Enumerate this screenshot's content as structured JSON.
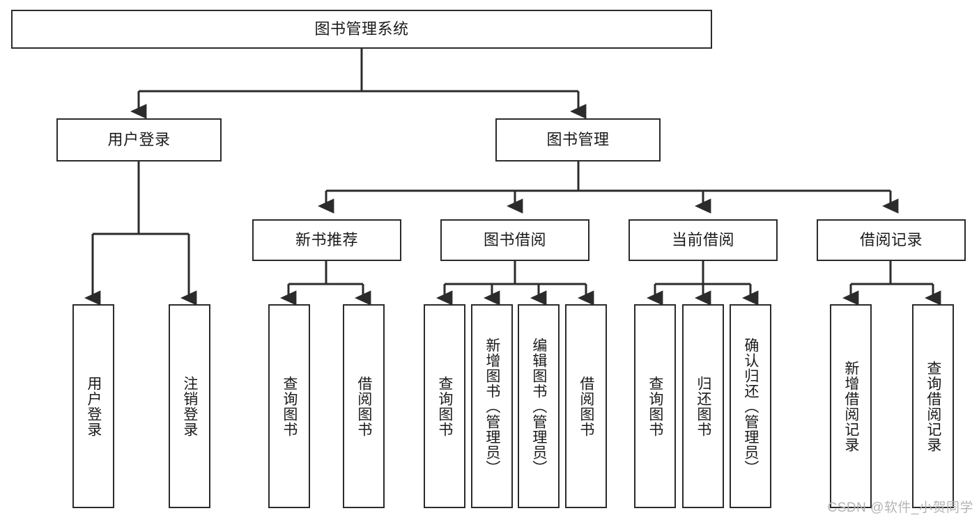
{
  "diagram": {
    "type": "tree-hierarchy",
    "title": "图书管理系统",
    "root": {
      "id": "root",
      "label": "图书管理系统"
    },
    "level2": [
      {
        "id": "user-login",
        "label": "用户登录"
      },
      {
        "id": "book-manage",
        "label": "图书管理"
      }
    ],
    "level3": [
      {
        "id": "new-book-recommend",
        "label": "新书推荐",
        "parent": "book-manage"
      },
      {
        "id": "book-borrow",
        "label": "图书借阅",
        "parent": "book-manage"
      },
      {
        "id": "current-borrow",
        "label": "当前借阅",
        "parent": "book-manage"
      },
      {
        "id": "borrow-record",
        "label": "借阅记录",
        "parent": "book-manage"
      }
    ],
    "leaves": [
      {
        "id": "leaf-user-login",
        "label": "用户登录",
        "parent": "user-login"
      },
      {
        "id": "leaf-logout",
        "label": "注销登录",
        "parent": "user-login"
      },
      {
        "id": "leaf-query-book-1",
        "label": "查询图书",
        "parent": "new-book-recommend"
      },
      {
        "id": "leaf-borrow-book-1",
        "label": "借阅图书",
        "parent": "new-book-recommend"
      },
      {
        "id": "leaf-query-book-2",
        "label": "查询图书",
        "parent": "book-borrow"
      },
      {
        "id": "leaf-add-book",
        "label": "新增图书（管理员）",
        "parent": "book-borrow"
      },
      {
        "id": "leaf-edit-book",
        "label": "编辑图书（管理员）",
        "parent": "book-borrow"
      },
      {
        "id": "leaf-borrow-book-2",
        "label": "借阅图书",
        "parent": "book-borrow"
      },
      {
        "id": "leaf-query-book-3",
        "label": "查询图书",
        "parent": "current-borrow"
      },
      {
        "id": "leaf-return-book",
        "label": "归还图书",
        "parent": "current-borrow"
      },
      {
        "id": "leaf-confirm-return",
        "label": "确认归还（管理员）",
        "parent": "current-borrow"
      },
      {
        "id": "leaf-add-record",
        "label": "新增借阅记录",
        "parent": "borrow-record"
      },
      {
        "id": "leaf-query-record",
        "label": "查询借阅记录",
        "parent": "borrow-record"
      }
    ],
    "colors": {
      "stroke": "#2b2b2b",
      "fill": "#ffffff",
      "text": "#1a1a1a",
      "watermark": "#b4b4b4"
    }
  },
  "watermark": {
    "text": "CSDN @软件_小贺同学"
  }
}
